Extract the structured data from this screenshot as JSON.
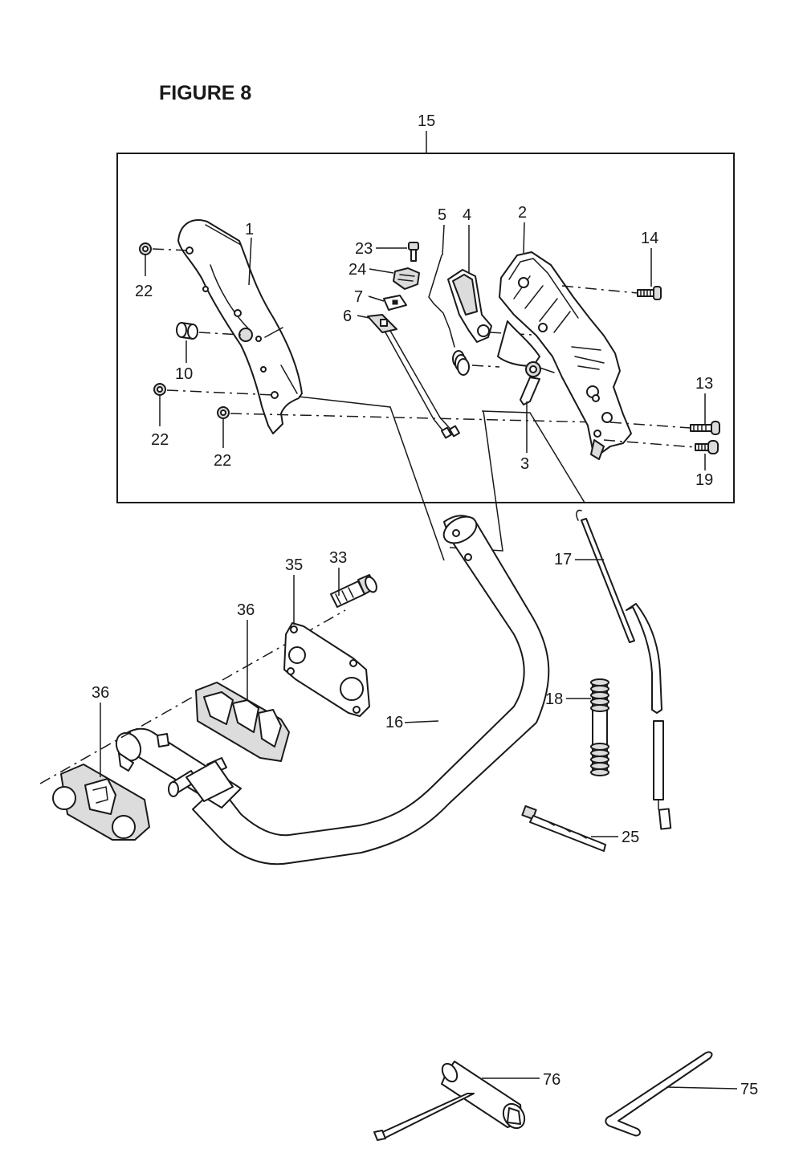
{
  "figure_title": "FIGURE   8",
  "callouts": {
    "c15": "15",
    "c1": "1",
    "c2": "2",
    "c3": "3",
    "c4": "4",
    "c5": "5",
    "c6": "6",
    "c7": "7",
    "c10": "10",
    "c13": "13",
    "c14": "14",
    "c16": "16",
    "c17": "17",
    "c18": "18",
    "c19": "19",
    "c22a": "22",
    "c22b": "22",
    "c22c": "22",
    "c23": "23",
    "c24": "24",
    "c25": "25",
    "c33": "33",
    "c35": "35",
    "c36a": "36",
    "c36b": "36",
    "c75": "75",
    "c76": "76"
  }
}
